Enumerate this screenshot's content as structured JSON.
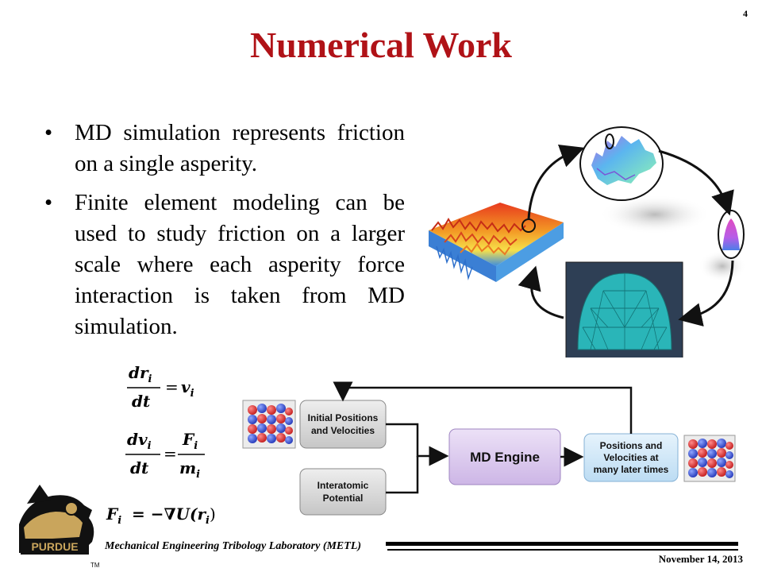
{
  "slide": {
    "page_number": "4",
    "title": "Numerical Work",
    "bullets": [
      "MD simulation represents friction on a single asperity.",
      "Finite element modeling can be used to study friction on a larger scale where each asperity force interaction is taken from MD simulation."
    ],
    "bullet_char": "•"
  },
  "equations": {
    "eq1_lhs_num": "dr",
    "eq1_lhs_num_sub": "i",
    "eq1_lhs_den": "dt",
    "eq1_eq": "=",
    "eq1_rhs": "v",
    "eq1_rhs_sub": "i",
    "eq2_lhs_num": "dv",
    "eq2_lhs_num_sub": "i",
    "eq2_lhs_den": "dt",
    "eq2_eq": "=",
    "eq2_rhs_num": "F",
    "eq2_rhs_num_sub": "i",
    "eq2_rhs_den": "m",
    "eq2_rhs_den_sub": "i",
    "eq3_lhs": "F",
    "eq3_lhs_sub": "i",
    "eq3_rhs": "= −∇U(r",
    "eq3_rhs_sub": "i",
    "eq3_close": ")"
  },
  "flowchart": {
    "box_initial_line1": "Initial Positions",
    "box_initial_line2": "and Velocities",
    "box_potential_line1": "Interatomic",
    "box_potential_line2": "Potential",
    "box_engine": "MD Engine",
    "box_output_line1": "Positions and",
    "box_output_line2": "Velocities at",
    "box_output_line3": "many later times"
  },
  "footer": {
    "lab": "Mechanical Engineering Tribology Laboratory (METL)",
    "date": "November 14, 2013",
    "logo_text": "PURDUE",
    "logo_tm": "TM"
  },
  "colors": {
    "title": "#b01217",
    "engine_box": "#d9c8ec",
    "output_box": "#cfe6f7",
    "grey_box": "#d4d4d4",
    "mesh_fill": "#2ab5b8",
    "logo_gold": "#c9a55c"
  }
}
